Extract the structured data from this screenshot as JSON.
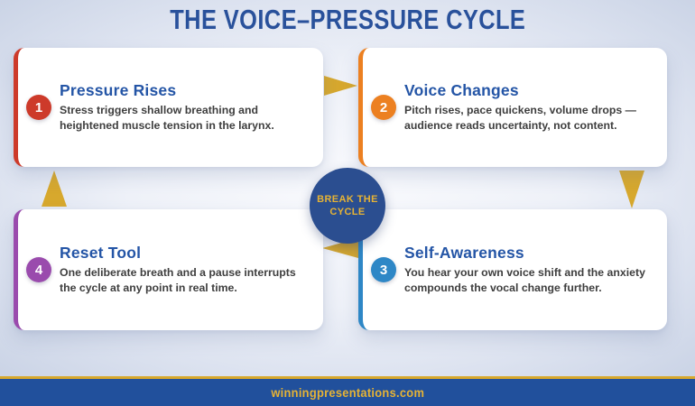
{
  "title": "THE VOICE–PRESSURE CYCLE",
  "cards": [
    {
      "number": "1",
      "heading": "Pressure Rises",
      "body": "Stress triggers shallow breathing and heightened muscle tension in the larynx.",
      "accent": "#cd3a2a"
    },
    {
      "number": "2",
      "heading": "Voice Changes",
      "body": "Pitch rises, pace quickens, volume drops — audience reads uncertainty, not content.",
      "accent": "#ec8021"
    },
    {
      "number": "3",
      "heading": "Self-Awareness",
      "body": "You hear your own voice shift and the anxiety compounds the vocal change further.",
      "accent": "#2e87c6"
    },
    {
      "number": "4",
      "heading": "Reset Tool",
      "body": "One deliberate breath and a pause interrupts the cycle at any point in real time.",
      "accent": "#9a4bad"
    }
  ],
  "center_badge": {
    "line1": "BREAK THE",
    "line2": "CYCLE"
  },
  "footer": {
    "website": "winningpresentations.com"
  },
  "colors": {
    "title_blue": "#29519b",
    "heading_blue": "#2455a6",
    "navy": "#2b4e90",
    "gold": "#d7a82d",
    "gold_text": "#e6b335",
    "footer_blue": "#21509c"
  }
}
